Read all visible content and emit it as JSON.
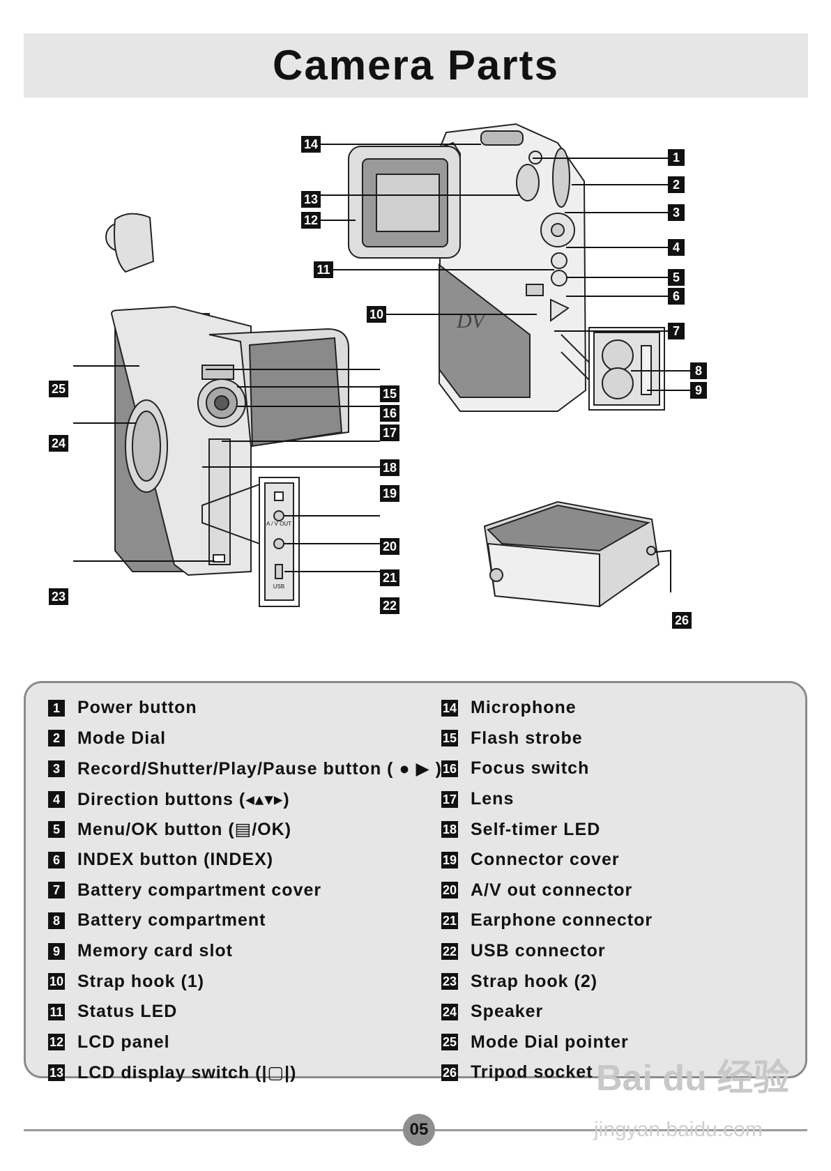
{
  "title": "Camera Parts",
  "page_number": "05",
  "watermark": {
    "brand": "Bai du 经验",
    "url": "jingyan.baidu.com"
  },
  "diagram": {
    "accessory_labels": {
      "av_out": "A / V\nOUT",
      "usb": "USB",
      "brand_mark": "DV"
    },
    "callouts": [
      "1",
      "2",
      "3",
      "4",
      "5",
      "6",
      "7",
      "8",
      "9",
      "10",
      "11",
      "12",
      "13",
      "14",
      "15",
      "16",
      "17",
      "18",
      "19",
      "20",
      "21",
      "22",
      "23",
      "24",
      "25",
      "26"
    ]
  },
  "legend": {
    "left": [
      {
        "num": "1",
        "label": "Power button"
      },
      {
        "num": "2",
        "label": "Mode Dial"
      },
      {
        "num": "3",
        "label": "Record/Shutter/Play/Pause button ( ● ▶ )"
      },
      {
        "num": "4",
        "label": "Direction buttons (◂▴▾▸)"
      },
      {
        "num": "5",
        "label": "Menu/OK button (▤/OK)"
      },
      {
        "num": "6",
        "label": "INDEX button (INDEX)"
      },
      {
        "num": "7",
        "label": "Battery compartment cover"
      },
      {
        "num": "8",
        "label": "Battery compartment"
      },
      {
        "num": "9",
        "label": "Memory card slot"
      },
      {
        "num": "10",
        "label": "Strap hook (1)"
      },
      {
        "num": "11",
        "label": "Status LED"
      },
      {
        "num": "12",
        "label": "LCD panel"
      },
      {
        "num": "13",
        "label": "LCD display switch (|▢|)"
      }
    ],
    "right": [
      {
        "num": "14",
        "label": "Microphone"
      },
      {
        "num": "15",
        "label": "Flash strobe"
      },
      {
        "num": "16",
        "label": "Focus switch"
      },
      {
        "num": "17",
        "label": "Lens"
      },
      {
        "num": "18",
        "label": "Self-timer LED"
      },
      {
        "num": "19",
        "label": "Connector cover"
      },
      {
        "num": "20",
        "label": "A/V out connector"
      },
      {
        "num": "21",
        "label": "Earphone connector"
      },
      {
        "num": "22",
        "label": "USB connector"
      },
      {
        "num": "23",
        "label": "Strap hook (2)"
      },
      {
        "num": "24",
        "label": "Speaker"
      },
      {
        "num": "25",
        "label": "Mode Dial pointer"
      },
      {
        "num": "26",
        "label": "Tripod socket"
      }
    ]
  }
}
